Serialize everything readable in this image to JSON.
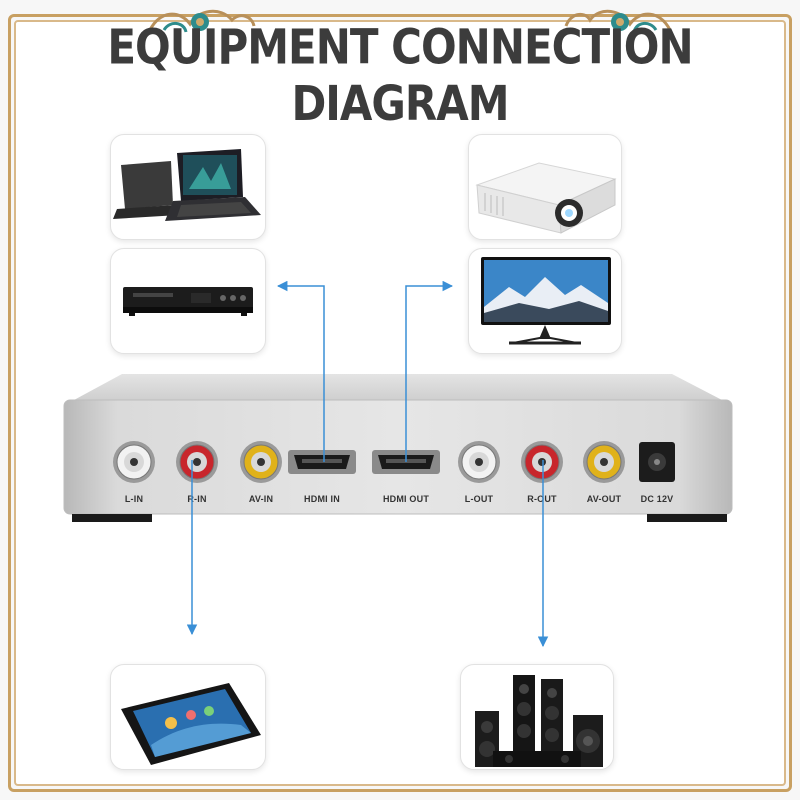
{
  "title": "EQUIPMENT CONNECTION DIAGRAM",
  "ports": [
    {
      "label": "L-IN",
      "type": "rca-white"
    },
    {
      "label": "R-IN",
      "type": "rca-red"
    },
    {
      "label": "AV-IN",
      "type": "rca-yellow"
    },
    {
      "label": "HDMI IN",
      "type": "hdmi"
    },
    {
      "label": "HDMI OUT",
      "type": "hdmi"
    },
    {
      "label": "L-OUT",
      "type": "rca-white"
    },
    {
      "label": "R-OUT",
      "type": "rca-red"
    },
    {
      "label": "AV-OUT",
      "type": "rca-yellow"
    },
    {
      "label": "DC 12V",
      "type": "dc"
    }
  ],
  "sources": [
    {
      "name": "laptop",
      "icon": "laptop-icon"
    },
    {
      "name": "dvd-player",
      "icon": "dvd-player-icon"
    },
    {
      "name": "tablet",
      "icon": "tablet-icon"
    }
  ],
  "outputs": [
    {
      "name": "projector",
      "icon": "projector-icon"
    },
    {
      "name": "monitor",
      "icon": "monitor-icon"
    },
    {
      "name": "speakers",
      "icon": "speakers-icon"
    }
  ],
  "colors": {
    "frame": "#c8a062",
    "arrow": "#3a8fd6",
    "device_body": "#d9d9d9",
    "rca_red": "#c8262c",
    "rca_yellow": "#e0b21a",
    "rca_white": "#f2f2f2"
  }
}
